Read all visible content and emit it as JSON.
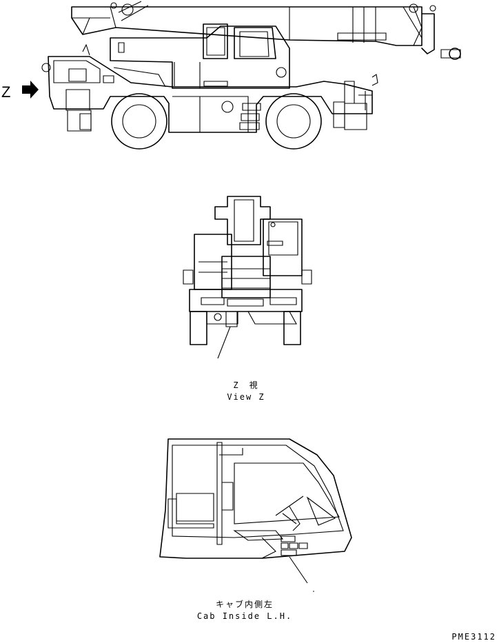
{
  "side_view": {
    "view_marker": "Z"
  },
  "front_view": {
    "caption_jp": "Z　視",
    "caption_en": "View Z"
  },
  "cab_view": {
    "caption_jp": "キャブ内側左",
    "caption_en": "Cab Inside L.H."
  },
  "drawing_code": "PME3112",
  "colors": {
    "line": "#000000",
    "background": "#ffffff"
  }
}
